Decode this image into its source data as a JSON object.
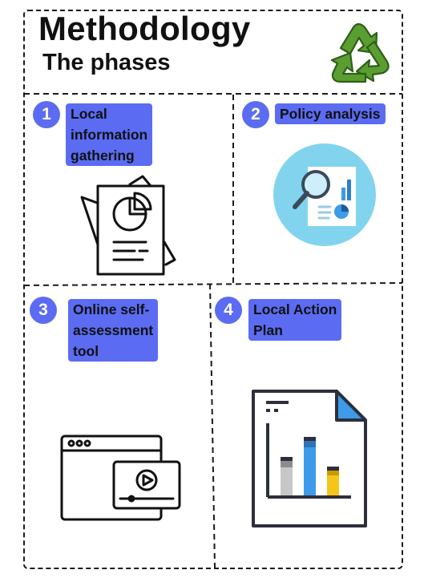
{
  "heading": {
    "title": "Methodology",
    "subtitle": "The phases"
  },
  "phases": [
    {
      "number": "1",
      "label": "Local\ninformation\ngathering",
      "icon": "report-document-icon"
    },
    {
      "number": "2",
      "label": "Policy analysis",
      "icon": "data-analysis-icon"
    },
    {
      "number": "3",
      "label": "Online self-\nassessment\ntool",
      "icon": "video-window-icon"
    },
    {
      "number": "4",
      "label": "Local Action\nPlan",
      "icon": "bar-chart-document-icon"
    }
  ],
  "colors": {
    "accent": "#5b6cf2",
    "recycle_green": "#5a9e32",
    "analysis_circle": "#82d4ee",
    "bar_blue": "#3d9be9",
    "bar_yellow": "#f6c519",
    "bar_gray": "#b8b8b8"
  }
}
